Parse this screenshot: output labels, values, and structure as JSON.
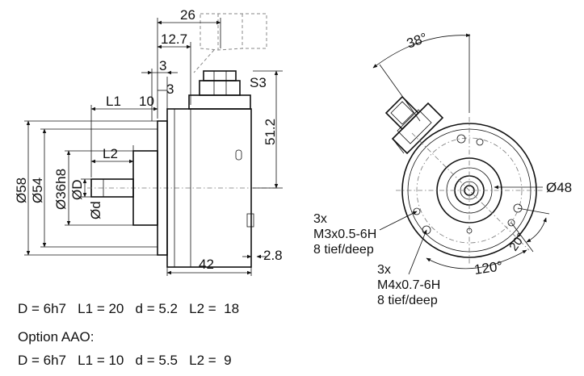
{
  "side_view": {
    "dims": {
      "d26": "26",
      "d12_7": "12.7",
      "d3_a": "3",
      "d3_b": "3",
      "L1": "L1",
      "d10": "10",
      "L2": "L2",
      "S3": "S3",
      "d51_2": "51.2",
      "d58": "Ø58",
      "d54": "Ø54",
      "d36h8": "Ø36h8",
      "dD": "ØD",
      "dd": "Ød",
      "d42": "42",
      "d2_8": "2.8"
    }
  },
  "front_view": {
    "dims": {
      "angle38": "38°",
      "d48": "Ø48",
      "angle120": "120°",
      "angle20": "20°"
    },
    "note_m3": [
      "3x",
      "M3x0.5-6H",
      "8 tief/deep"
    ],
    "note_m4": [
      "3x",
      "M4x0.7-6H",
      "8 tief/deep"
    ]
  },
  "specs": {
    "line1": "D = 6h7   L1 = 20   d = 5.2   L2 =  18",
    "option_title": "Option AAO:",
    "line2": "D = 6h7   L1 = 10   d = 5.5   L2 =  9"
  }
}
